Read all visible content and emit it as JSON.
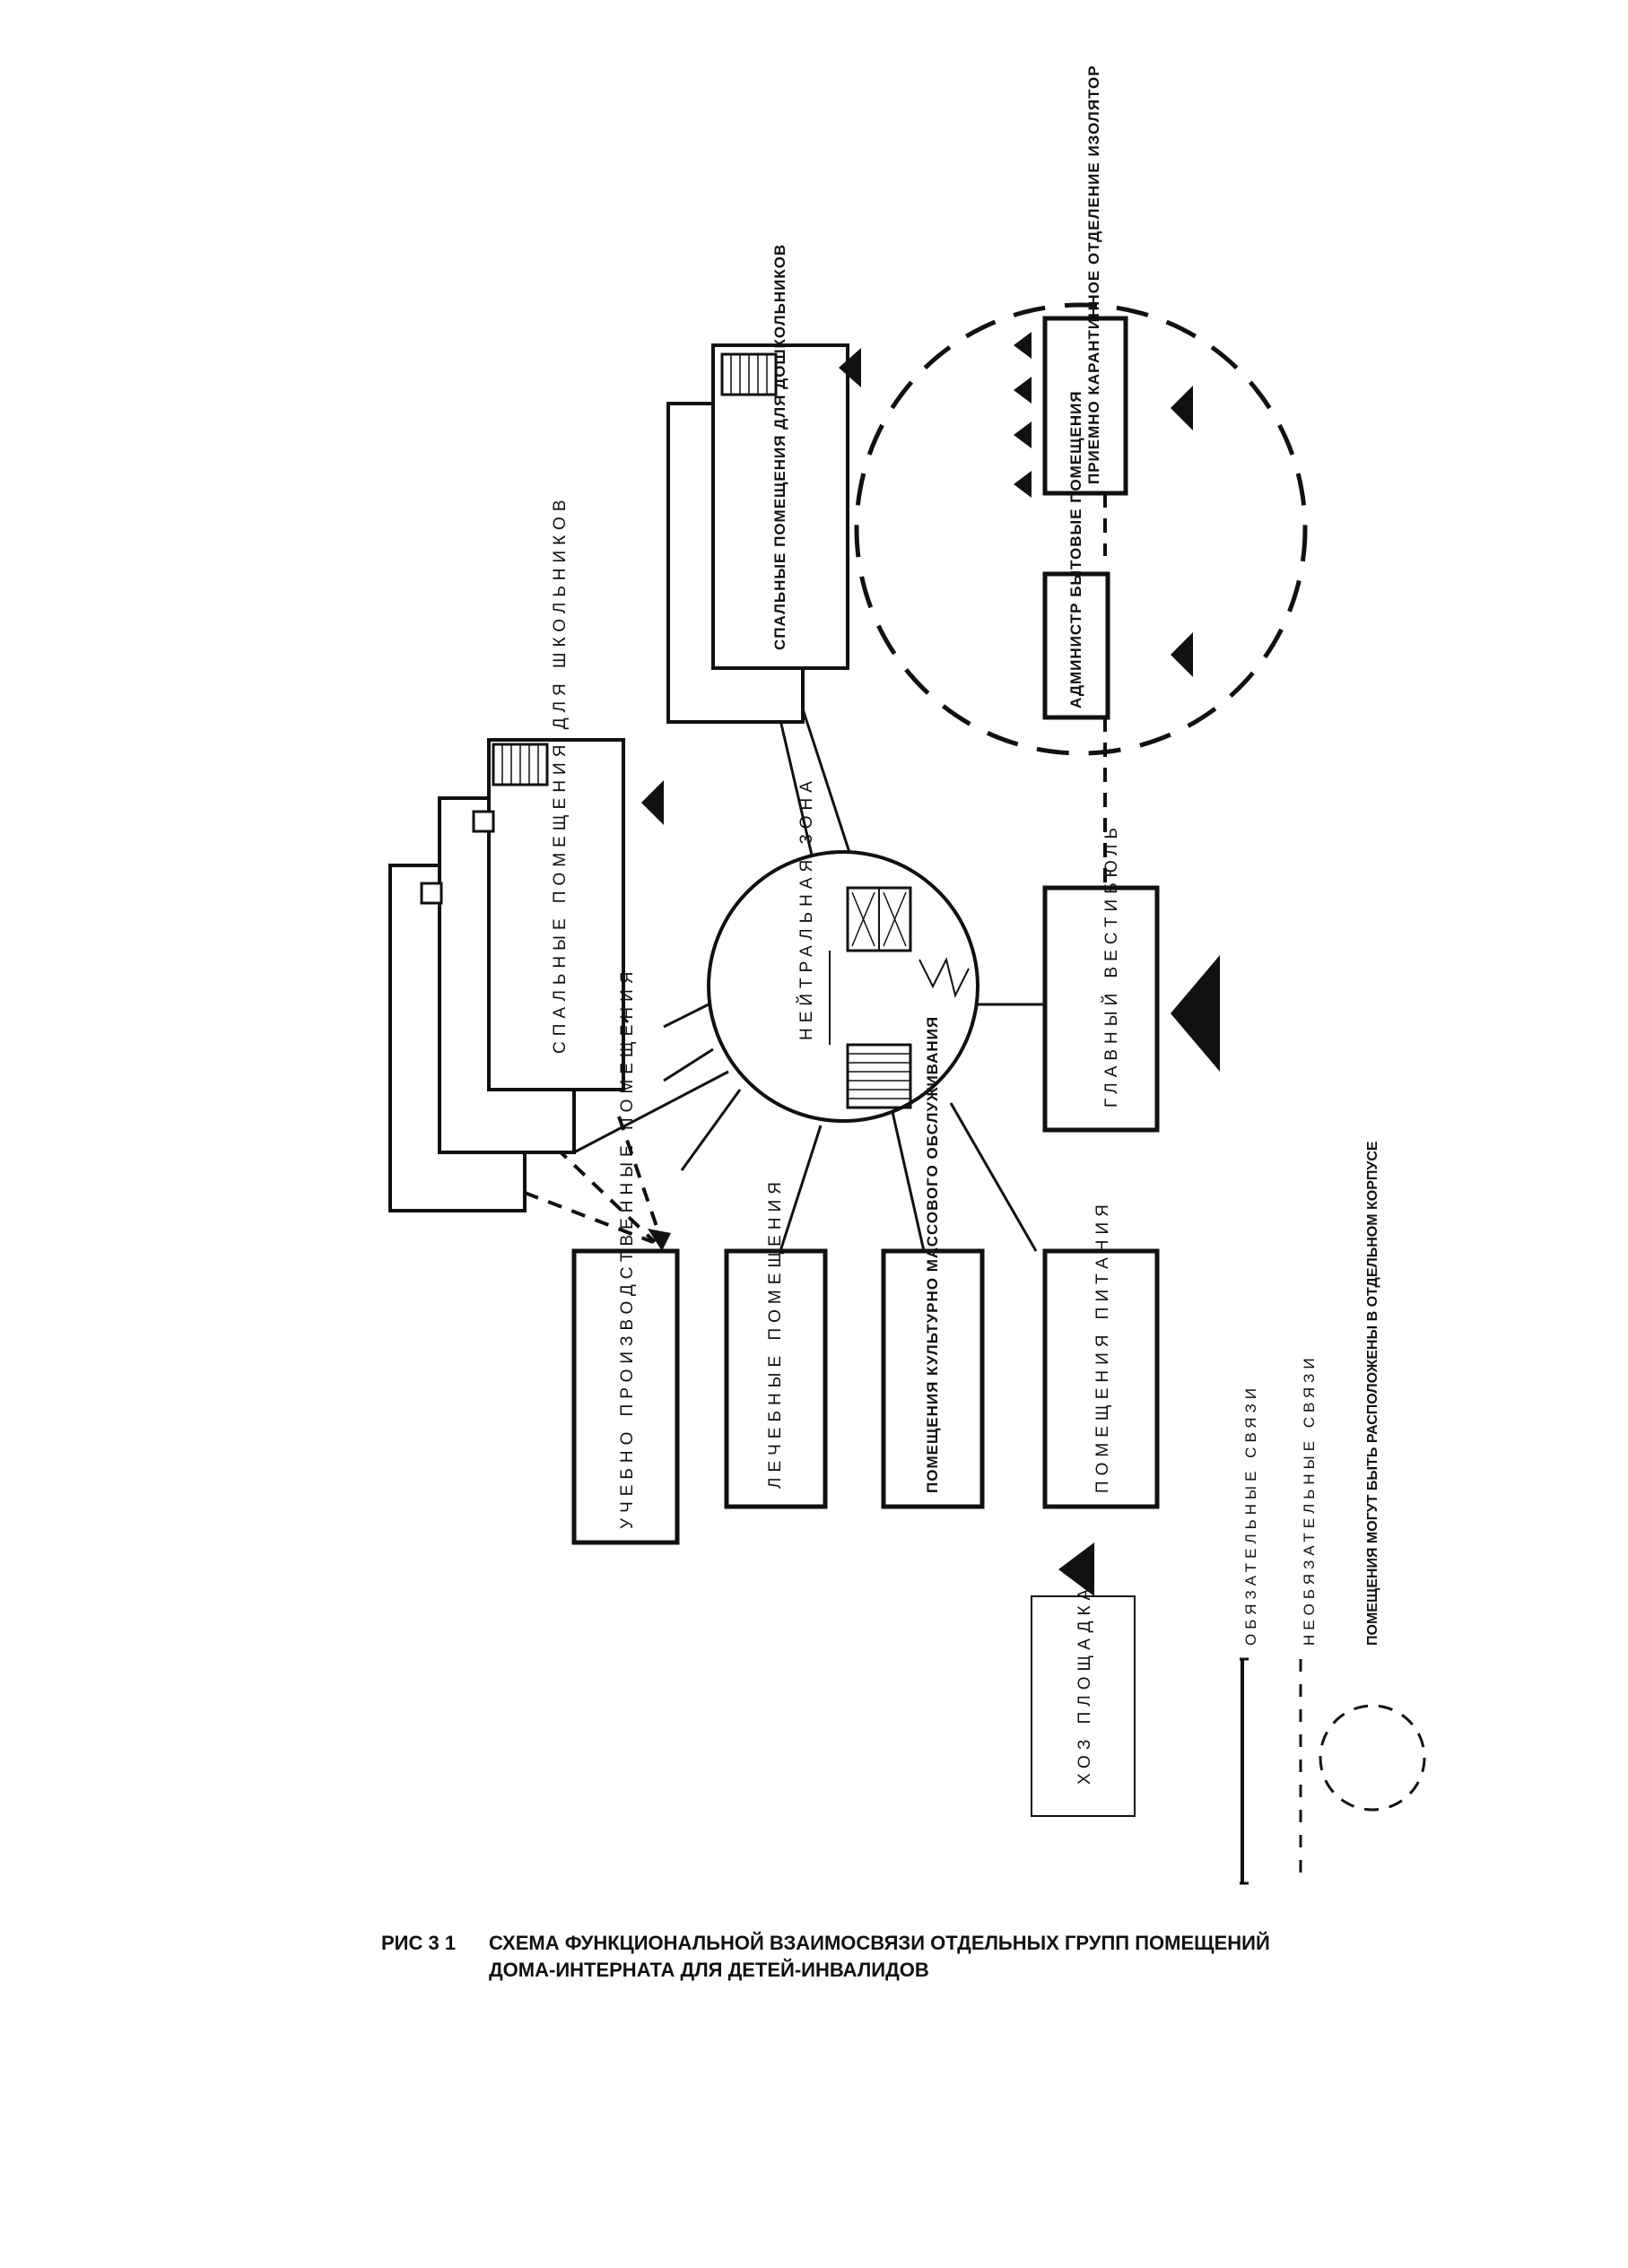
{
  "nodes": {
    "school_sleep": "СПАЛЬНЫЕ ПОМЕЩЕНИЯ ДЛЯ ШКОЛЬНИКОВ",
    "preschool_sleep": "СПАЛЬНЫЕ ПОМЕЩЕНИЯ ДЛЯ ДОШКОЛЬНИКОВ",
    "neutral_zone": "НЕЙТРАЛЬНАЯ ЗОНА",
    "main_lobby": "ГЛАВНЫЙ ВЕСТИБЮЛЬ",
    "admin": "АДМИНИСТР БЫТОВЫЕ ПОМЕЩЕНИЯ",
    "quarantine": "ПРИЕМНО КАРАНТИННОЕ ОТДЕЛЕНИЕ ИЗОЛЯТОР",
    "workshop": "УЧЕБНО ПРОИЗВОДСТВЕННЫЕ ПОМЕЩЕНИЯ",
    "medical": "ЛЕЧЕБНЫЕ ПОМЕЩЕНИЯ",
    "cultural": "ПОМЕЩЕНИЯ КУЛЬТУРНО МАССОВОГО ОБСЛУЖИВАНИЯ",
    "dining": "ПОМЕЩЕНИЯ ПИТАНИЯ",
    "yard": "ХОЗ ПЛОЩАДКА"
  },
  "legend": {
    "mandatory": "ОБЯЗАТЕЛЬНЫЕ СВЯЗИ",
    "optional": "НЕОБЯЗАТЕЛЬНЫЕ СВЯЗИ",
    "separate_building": "ПОМЕЩЕНИЯ МОГУТ БЫТЬ РАСПОЛОЖЕНЫ В ОТДЕЛЬНОМ КОРПУСЕ"
  },
  "caption": {
    "number": "РИС 3 1",
    "line1": "СХЕМА ФУНКЦИОНАЛЬНОЙ ВЗАИМОСВЯЗИ ОТДЕЛЬНЫХ ГРУПП ПОМЕЩЕНИЙ",
    "line2": "ДОМА-ИНТЕРНАТА ДЛЯ ДЕТЕЙ-ИНВАЛИДОВ"
  },
  "colors": {
    "ink": "#111111",
    "paper": "#ffffff"
  }
}
